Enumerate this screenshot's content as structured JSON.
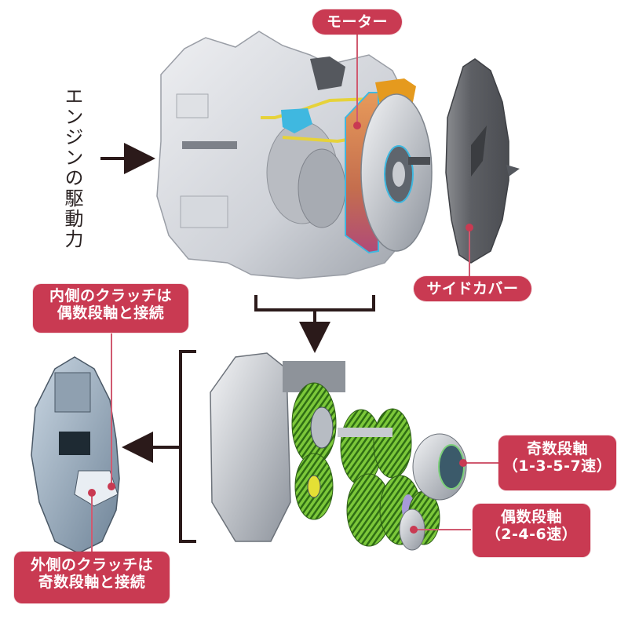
{
  "diagram": {
    "engine_input_label": "エンジンの駆動力",
    "labels": {
      "motor": "モーター",
      "side_cover": "サイドカバー",
      "inner_clutch": [
        "内側のクラッチは",
        "偶数段軸と接続"
      ],
      "outer_clutch": [
        "外側のクラッチは",
        "奇数段軸と接続"
      ],
      "odd_shaft": [
        "奇数段軸",
        "（1-3-5-7速）"
      ],
      "even_shaft": [
        "偶数段軸",
        "（2-4-6速）"
      ]
    },
    "components": [
      {
        "id": "transmission-assembly",
        "name": "transmission housing with motor"
      },
      {
        "id": "side-cover",
        "name": "side cover"
      },
      {
        "id": "gear-train",
        "name": "dual-clutch gear train"
      },
      {
        "id": "dual-clutch",
        "name": "dual clutch cutaway"
      }
    ],
    "colors": {
      "label_bg": "#c93a52",
      "label_text": "#ffffff",
      "leader_line": "#d05a70",
      "arrow": "#2b1a1a",
      "gear_green": "#6fbf2e",
      "motor_orange": "#d9824a",
      "pipe_yellow": "#e6d23a",
      "valve_cyan": "#3fb8e0"
    }
  }
}
